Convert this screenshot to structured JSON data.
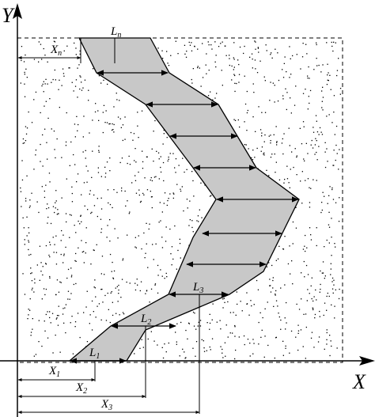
{
  "axes": {
    "x_label": "X",
    "y_label": "Y"
  },
  "labels": {
    "Ln": {
      "base": "L",
      "sub": "n"
    },
    "Xn": {
      "base": "X",
      "sub": "n"
    },
    "L1": {
      "base": "L",
      "sub": "1"
    },
    "L2": {
      "base": "L",
      "sub": "2"
    },
    "L3": {
      "base": "L",
      "sub": "3"
    },
    "X1": {
      "base": "X",
      "sub": "1"
    },
    "X2": {
      "base": "X",
      "sub": "2"
    },
    "X3": {
      "base": "X",
      "sub": "3"
    }
  },
  "colors": {
    "band_fill": "#c8c8c8",
    "stroke": "#000000",
    "dots": "#000000"
  }
}
